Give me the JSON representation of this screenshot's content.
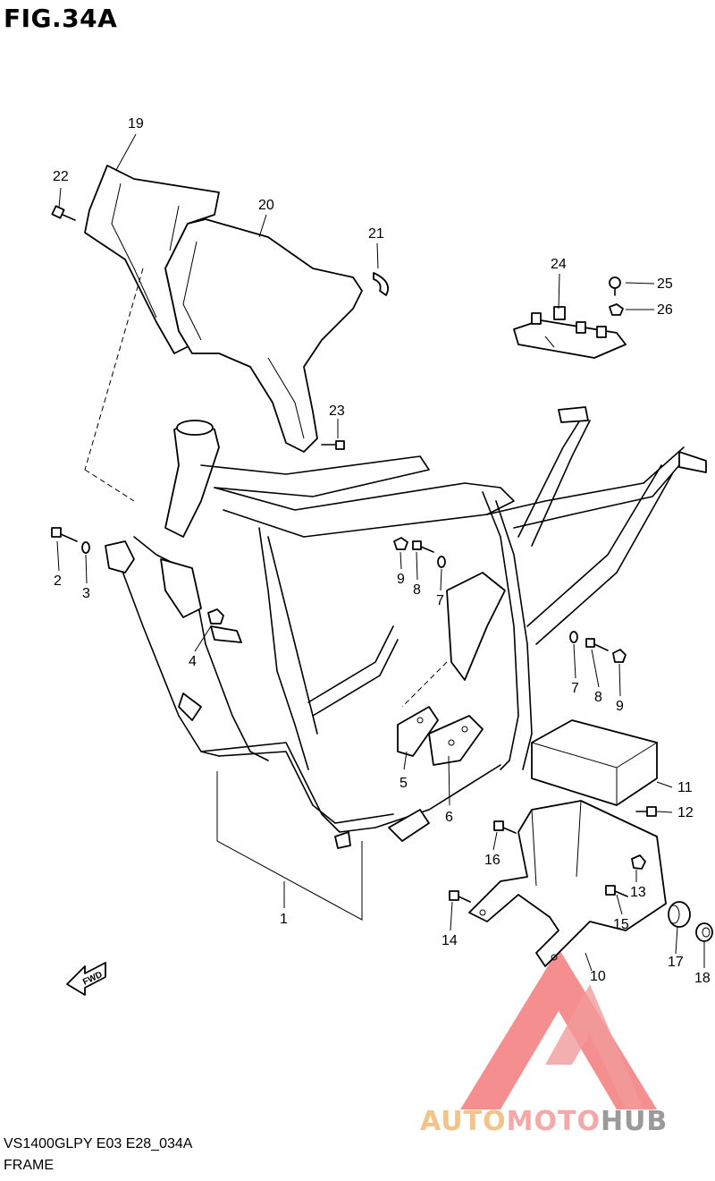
{
  "figure": {
    "title": "FIG.34A"
  },
  "footer": {
    "model_code": "VS1400GLPY E03 E28_034A",
    "name": "FRAME"
  },
  "watermark": {
    "part1": "AUTO",
    "part2": "MOTO",
    "part3": "HUB",
    "colors": {
      "auto": "#f2c48a",
      "moto": "#f4a8a8",
      "hub": "#9a9a9a",
      "triangle": "#f26d6d"
    }
  },
  "direction_badge": {
    "text": "FWD"
  },
  "callouts": [
    {
      "id": "1",
      "text": "1"
    },
    {
      "id": "2",
      "text": "2"
    },
    {
      "id": "3",
      "text": "3"
    },
    {
      "id": "4",
      "text": "4"
    },
    {
      "id": "5",
      "text": "5"
    },
    {
      "id": "6",
      "text": "6"
    },
    {
      "id": "7a",
      "text": "7"
    },
    {
      "id": "7b",
      "text": "7"
    },
    {
      "id": "8a",
      "text": "8"
    },
    {
      "id": "8b",
      "text": "8"
    },
    {
      "id": "9a",
      "text": "9"
    },
    {
      "id": "9b",
      "text": "9"
    },
    {
      "id": "10",
      "text": "10"
    },
    {
      "id": "11",
      "text": "11"
    },
    {
      "id": "12",
      "text": "12"
    },
    {
      "id": "13",
      "text": "13"
    },
    {
      "id": "14",
      "text": "14"
    },
    {
      "id": "15",
      "text": "15"
    },
    {
      "id": "16",
      "text": "16"
    },
    {
      "id": "17",
      "text": "17"
    },
    {
      "id": "18",
      "text": "18"
    },
    {
      "id": "19",
      "text": "19"
    },
    {
      "id": "20",
      "text": "20"
    },
    {
      "id": "21",
      "text": "21"
    },
    {
      "id": "22",
      "text": "22"
    },
    {
      "id": "23",
      "text": "23"
    },
    {
      "id": "24",
      "text": "24"
    },
    {
      "id": "25",
      "text": "25"
    },
    {
      "id": "26",
      "text": "26"
    }
  ]
}
